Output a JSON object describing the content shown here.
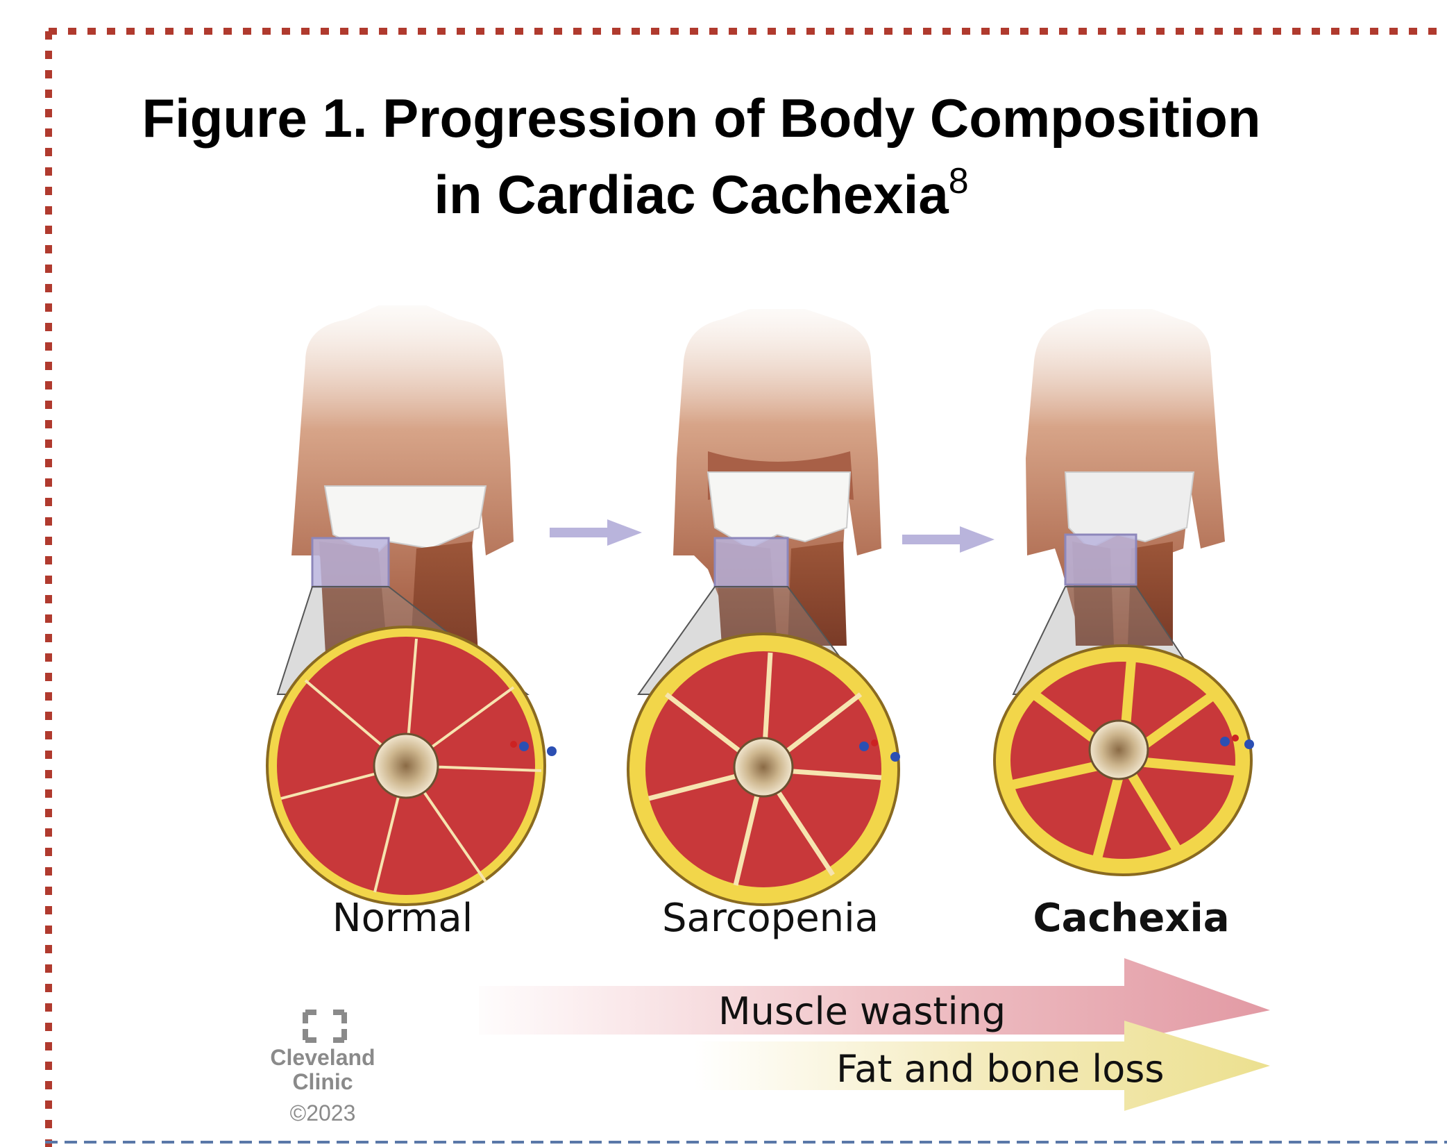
{
  "title": {
    "line1": "Figure 1. Progression of Body Composition",
    "line2": "in Cardiac Cachexia",
    "superscript": "8"
  },
  "stages": [
    {
      "label": "Normal"
    },
    {
      "label": "Sarcopenia"
    },
    {
      "label": "Cachexia"
    }
  ],
  "bands": {
    "muscle": "Muscle wasting",
    "fat_bone": "Fat and bone loss"
  },
  "logo": {
    "name_line1": "Cleveland",
    "name_line2": "Clinic",
    "year": "©2023"
  },
  "colors": {
    "border": "#b03a2e",
    "muscle": "#c8383a",
    "fat": "#f2d64a",
    "skin": "#b5694a",
    "arrow": "#b9b4dc",
    "muscle_band": "#e6a0a8",
    "fat_band": "#efe3a0"
  }
}
